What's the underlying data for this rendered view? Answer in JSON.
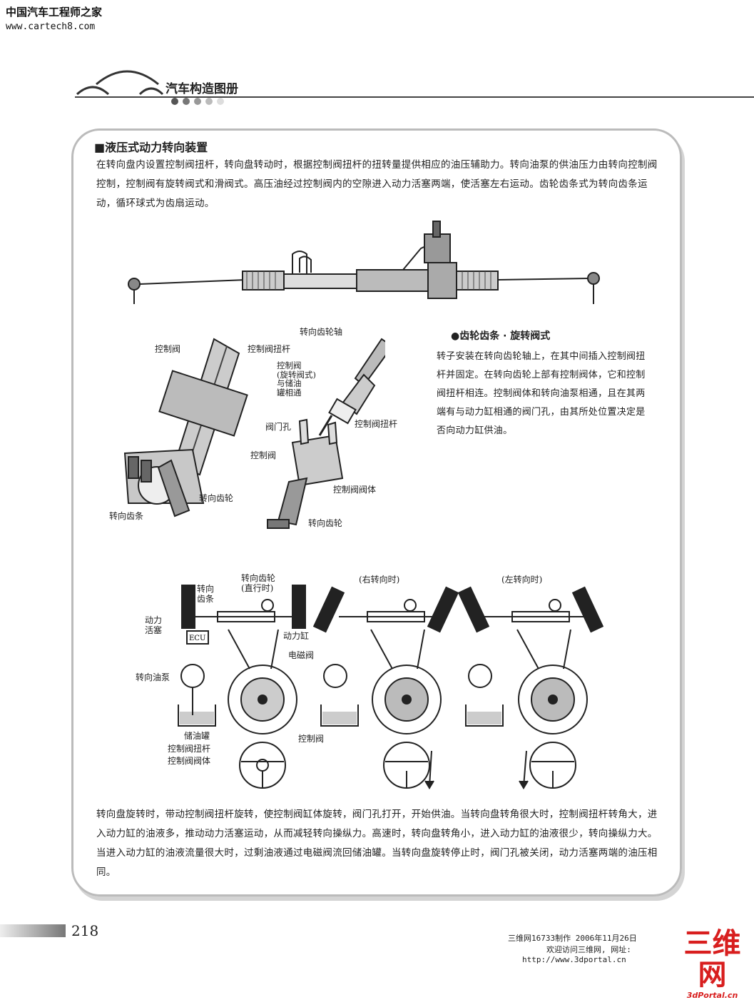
{
  "header": {
    "site_title": "中国汽车工程师之家",
    "site_url": "www.cartech8.com",
    "book_title": "汽车构造图册"
  },
  "section": {
    "title": "■液压式动力转向装置",
    "intro": "在转向盘内设置控制阀扭杆，转向盘转动时，根据控制阀扭杆的扭转量提供相应的油压辅助力。转向油泵的供油压力由转向控制阀控制，控制阀有旋转阀式和滑阀式。高压油经过控制阀内的空隙进入动力活塞两端，使活塞左右运动。齿轮齿条式为转向齿条运动，循环球式为齿扇运动。"
  },
  "figure1": {
    "labels": {
      "control_valve": "控制阀",
      "control_valve_torsion_bar": "控制阀扭杆",
      "steering_pinion": "转向齿轮",
      "steering_rack": "转向齿条",
      "pinion_shaft": "转向齿轮轴",
      "valve_rotary": "控制阀\n(旋转阀式)\n与储油\n罐相通",
      "valve_port": "阀门孔",
      "valve_body": "控制阀阀体"
    }
  },
  "sidebar": {
    "title": "●齿轮齿条 · 旋转阀式",
    "text": "转子安装在转向齿轮轴上，在其中间插入控制阀扭杆并固定。在转向齿轮上部有控制阀体，它和控制阀扭杆相连。控制阀体和转向油泵相通，且在其两端有与动力缸相通的阀门孔，由其所处位置决定是否向动力缸供油。"
  },
  "figure2": {
    "captions": [
      "(右转向时)",
      "(左转向时)"
    ],
    "labels": {
      "rack": "转向\n齿条",
      "pinion_straight": "转向齿轮\n(直行时)",
      "power_piston": "动力\n活塞",
      "ecu": "ECU",
      "power_cylinder": "动力缸",
      "solenoid_valve": "电磁阀",
      "pump": "转向油泵",
      "reservoir": "储油罐",
      "torsion_bar": "控制阀扭杆",
      "valve_body": "控制阀阀体",
      "control_valve": "控制阀"
    }
  },
  "body_text": "转向盘旋转时，带动控制阀扭杆旋转，使控制阀缸体旋转，阀门孔打开，开始供油。当转向盘转角很大时，控制阀扭杆转角大，进入动力缸的油液多，推动动力活塞运动，从而减轻转向操纵力。高速时，转向盘转角小，进入动力缸的油液很少，转向操纵力大。当进入动力缸的油液流量很大时，过剩油液通过电磁阀流回储油罐。当转向盘旋转停止时，阀门孔被关闭，动力活塞两端的油压相同。",
  "footer": {
    "page_number": "218",
    "credit_line1": "三维网16733制作 2006年11月26日",
    "credit_line2": "欢迎访问三维网, 网址:",
    "credit_line3": "http://www.3dportal.cn",
    "logo_text": "三维网",
    "logo_sub": "3dPortal.cn",
    "accent_color": "#d81e1e"
  }
}
